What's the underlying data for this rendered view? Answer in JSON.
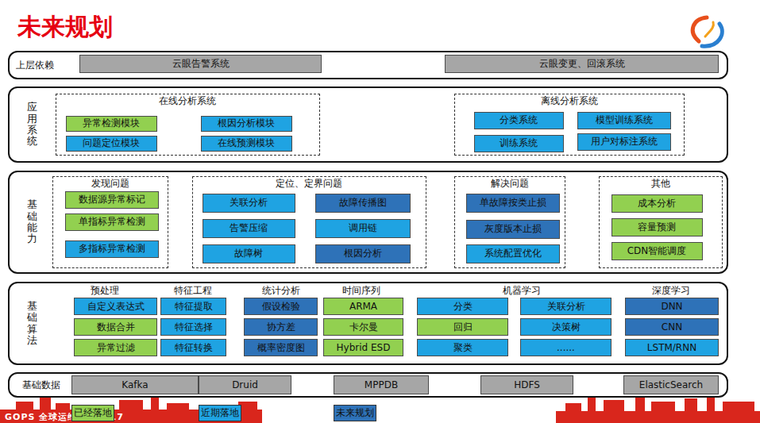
{
  "diagram": {
    "title": "未来规划",
    "nodes": [
      {
        "text": [
          "上层依赖"
        ]
      },
      {
        "text": [
          "云眼告警系统"
        ],
        "in": 0
      },
      {
        "text": [
          "云眼变更、回滚系统"
        ],
        "in": 0
      },
      {
        "text": [
          "应用系统"
        ]
      },
      {
        "text": [
          "在线分析系统"
        ],
        "in": 3
      },
      {
        "text": [
          "异常检测模块"
        ],
        "in": 4
      },
      {
        "text": [
          "根因分析模块"
        ],
        "in": 4
      },
      {
        "text": [
          "问题定位模块"
        ],
        "in": 4
      },
      {
        "text": [
          "在线预测模块"
        ],
        "in": 4
      },
      {
        "text": [
          "离线分析系统"
        ],
        "in": 3
      },
      {
        "text": [
          "分类系统"
        ],
        "in": 9
      },
      {
        "text": [
          "模型训练系统"
        ],
        "in": 9
      },
      {
        "text": [
          "训练系统"
        ],
        "in": 9
      },
      {
        "text": [
          "用户对标注系统"
        ],
        "in": 9
      },
      {
        "text": [
          "基础能力"
        ]
      },
      {
        "text": [
          "发现问题"
        ],
        "in": 14
      },
      {
        "text": [
          "数据源异常标记"
        ],
        "in": 15
      },
      {
        "text": [
          "单指标异常检测"
        ],
        "in": 15
      },
      {
        "text": [
          "多指标异常检测"
        ],
        "in": 15
      },
      {
        "text": [
          "定位、定界问题"
        ],
        "in": 14
      },
      {
        "text": [
          "关联分析"
        ],
        "in": 19
      },
      {
        "text": [
          "故障传播图"
        ],
        "in": 19
      },
      {
        "text": [
          "告警压缩"
        ],
        "in": 19
      },
      {
        "text": [
          "调用链"
        ],
        "in": 19
      },
      {
        "text": [
          "故障树"
        ],
        "in": 19
      },
      {
        "text": [
          "根因分析"
        ],
        "in": 19
      },
      {
        "text": [
          "解决问题"
        ],
        "in": 14
      },
      {
        "text": [
          "单故障按类止损"
        ],
        "in": 26
      },
      {
        "text": [
          "灰度版本止损"
        ],
        "in": 26
      },
      {
        "text": [
          "系统配置优化"
        ],
        "in": 26
      },
      {
        "text": [
          "其他"
        ],
        "in": 14
      },
      {
        "text": [
          "成本分析"
        ],
        "in": 30
      },
      {
        "text": [
          "容量预测"
        ],
        "in": 30
      },
      {
        "text": [
          "CDN智能调度"
        ],
        "in": 30
      },
      {
        "text": [
          "基础算法"
        ]
      },
      {
        "text": [
          "自定义表达式"
        ],
        "in": 34
      },
      {
        "text": [
          "数据合并"
        ],
        "in": 34
      },
      {
        "text": [
          "异常过滤"
        ],
        "in": 34
      },
      {
        "text": [
          "特征提取"
        ],
        "in": 34
      },
      {
        "text": [
          "特征选择"
        ],
        "in": 34
      },
      {
        "text": [
          "特征转换"
        ],
        "in": 34
      },
      {
        "text": [
          "假设检验"
        ],
        "in": 34
      },
      {
        "text": [
          "协方差"
        ],
        "in": 34
      },
      {
        "text": [
          "概率密度图"
        ],
        "in": 34
      },
      {
        "text": [
          "ARMA"
        ],
        "in": 34
      },
      {
        "text": [
          "卡尔曼"
        ],
        "in": 34
      },
      {
        "text": [
          "Hybrid ESD"
        ],
        "in": 34
      },
      {
        "text": [
          "分类"
        ],
        "in": 34
      },
      {
        "text": [
          "回归"
        ],
        "in": 34
      },
      {
        "text": [
          "聚类"
        ],
        "in": 34
      },
      {
        "text": [
          "关联分析"
        ],
        "in": 34
      },
      {
        "text": [
          "决策树"
        ],
        "in": 34
      },
      {
        "text": [
          "......"
        ],
        "in": 34
      },
      {
        "text": [
          "DNN"
        ],
        "in": 34
      },
      {
        "text": [
          "CNN"
        ],
        "in": 34
      },
      {
        "text": [
          "LSTM/RNN"
        ],
        "in": 34
      },
      {
        "text": [
          "基础数据"
        ]
      },
      {
        "text": [
          "Kafka"
        ],
        "in": 56
      },
      {
        "text": [
          "Druid"
        ],
        "in": 56
      },
      {
        "text": [
          "MPPDB"
        ],
        "in": 56
      },
      {
        "text": [
          "HDFS"
        ],
        "in": 56
      },
      {
        "text": [
          "ElasticSearch"
        ],
        "in": 56
      }
    ],
    "labels": [
      "预处理",
      "特征工程",
      "统计分析",
      "时间序列",
      "机器学习",
      "深度学习",
      "GOPS 全球运维大会2017"
    ],
    "legend": [
      {
        "text": "已经落地",
        "color": "#92d050"
      },
      {
        "text": "近期落地",
        "color": "#1fa3e2"
      },
      {
        "text": "未来规划",
        "color": "#2e72b8"
      }
    ]
  }
}
